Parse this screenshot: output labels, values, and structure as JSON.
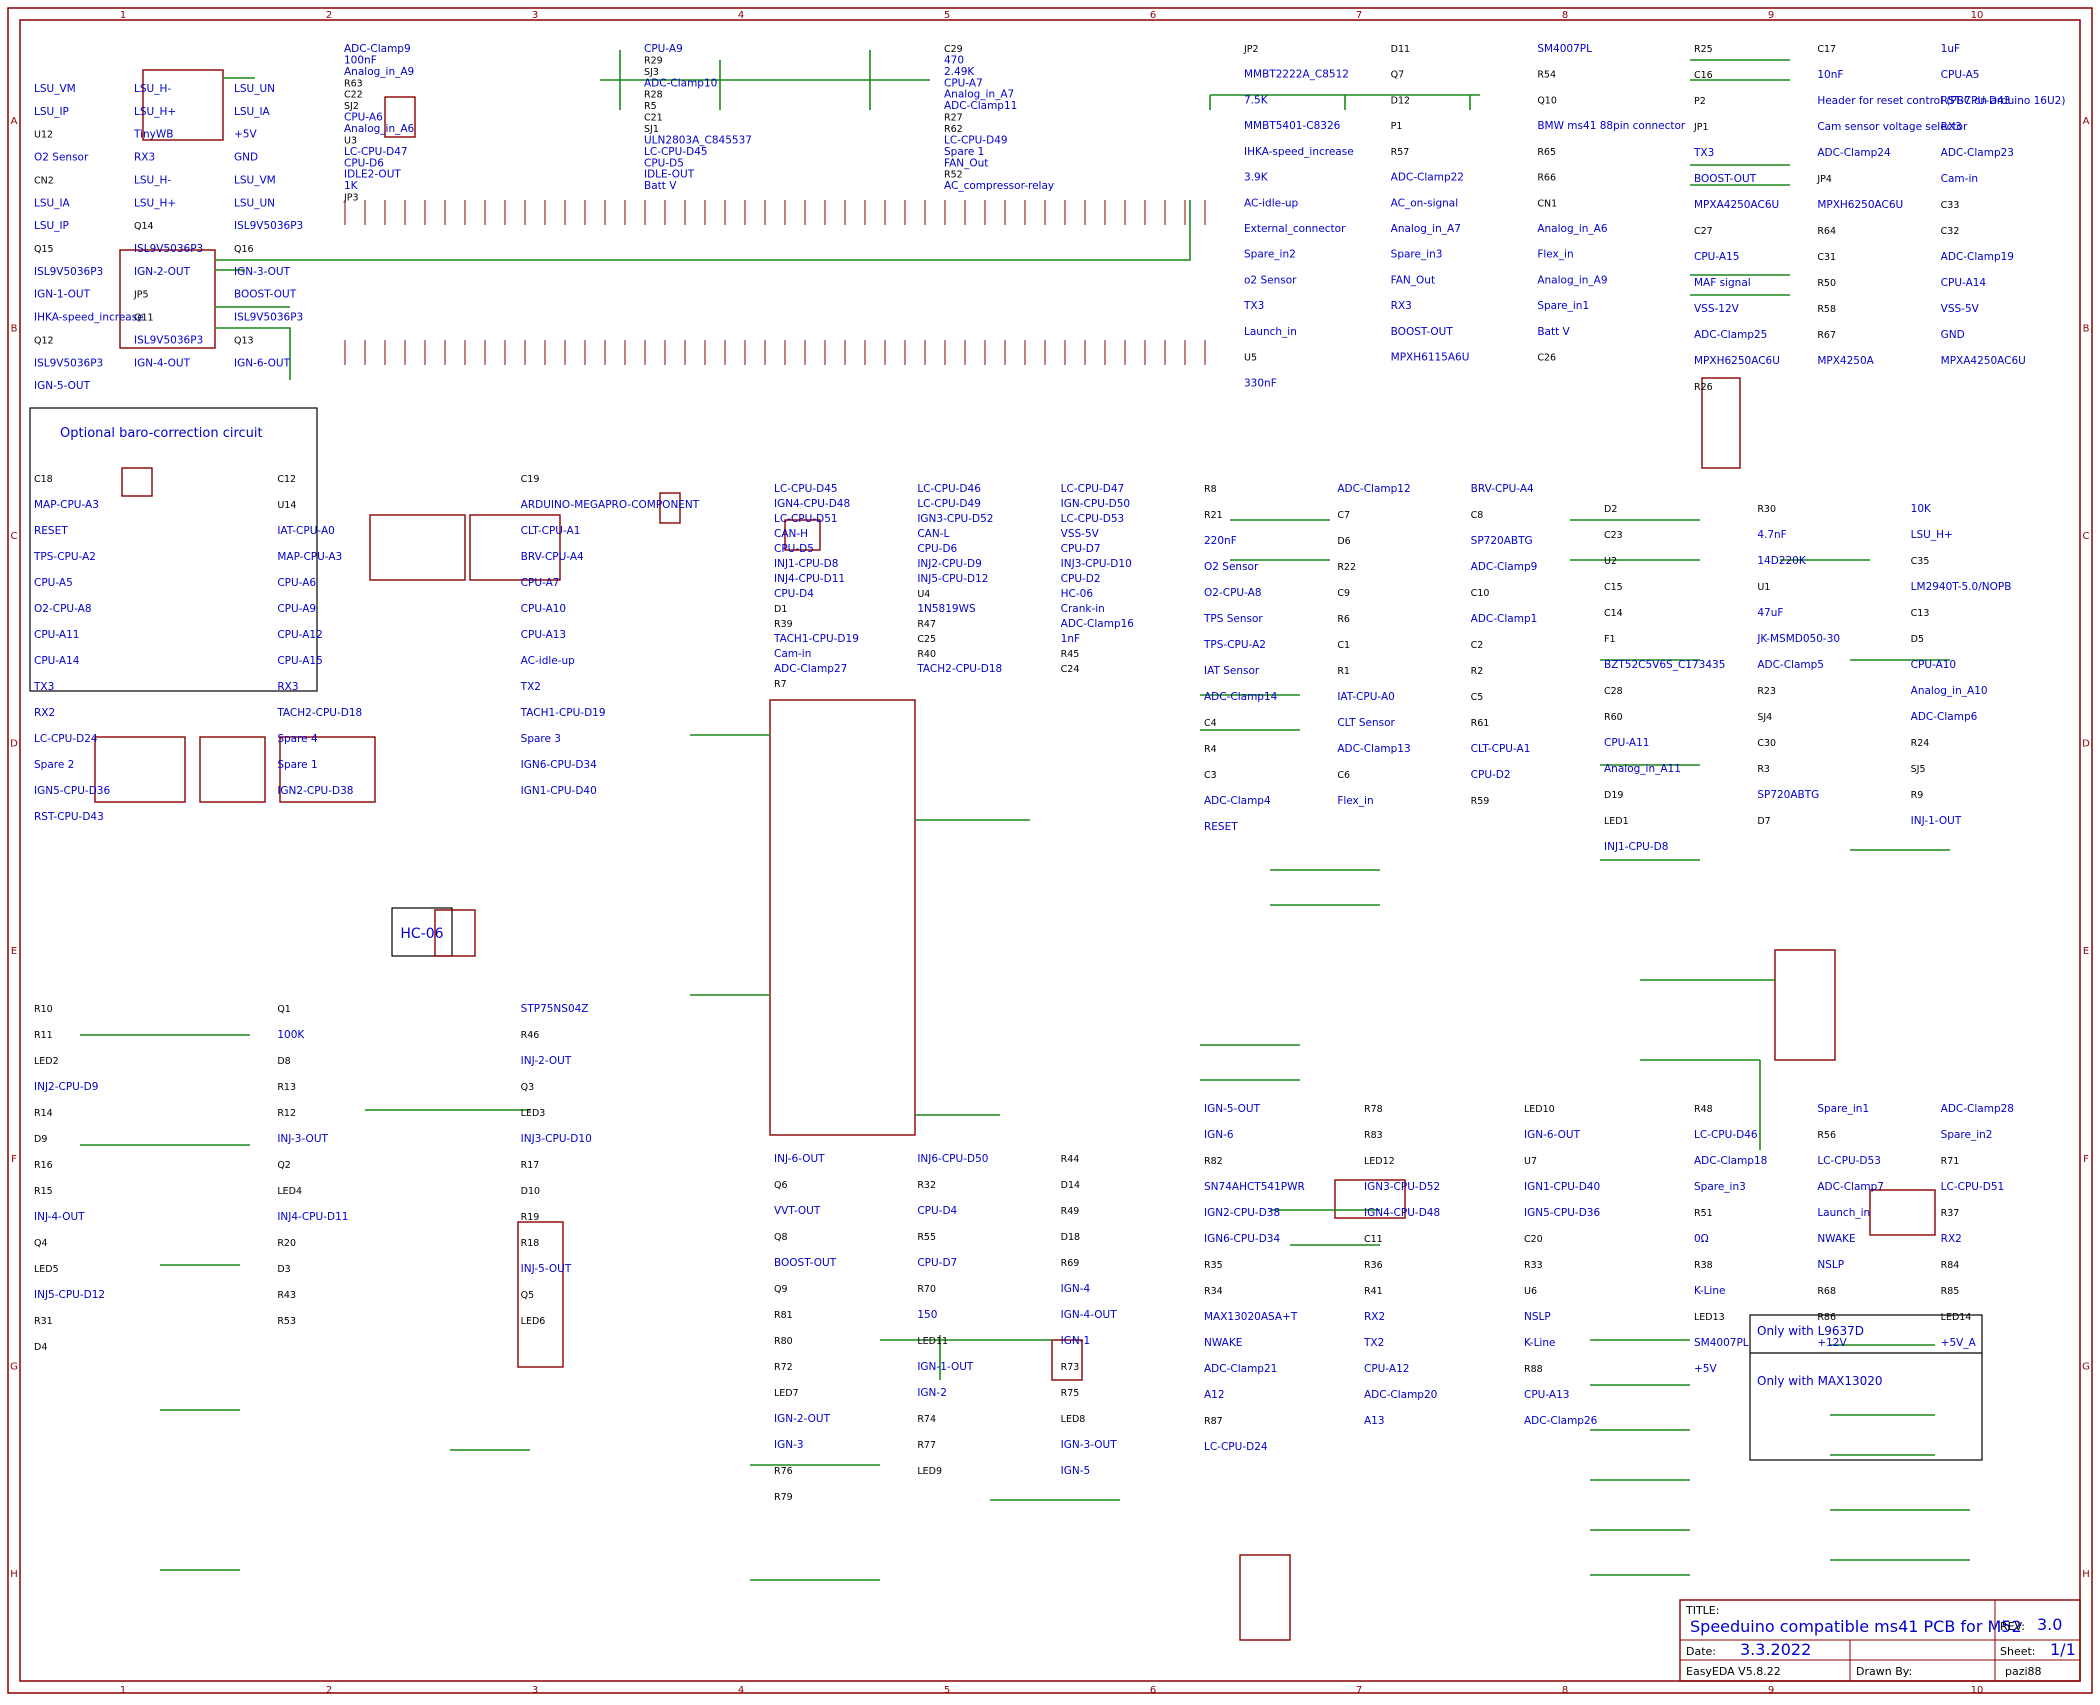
{
  "frame": {
    "col_labels": [
      "1",
      "2",
      "3",
      "4",
      "5",
      "6",
      "7",
      "8",
      "9",
      "10"
    ],
    "row_labels": [
      "A",
      "B",
      "C",
      "D",
      "E",
      "F",
      "G",
      "H"
    ]
  },
  "title_block": {
    "title_label": "TITLE:",
    "title": "Speeduino compatible ms41 PCB for M52",
    "rev_label": "REV:",
    "rev": "3.0",
    "date_label": "Date:",
    "date": "3.3.2022",
    "sheet_label": "Sheet:",
    "sheet": "1/1",
    "tool": "EasyEDA V5.8.22",
    "drawn_label": "Drawn By:",
    "drawn_by": "pazi88"
  },
  "boxes": {
    "baro_title": "Optional baro-correction circuit",
    "l9637d": "Only with L9637D",
    "max13020": "Only with MAX13020",
    "hc06": "HC-06"
  },
  "labels": [
    {
      "t": "LSU_VM"
    },
    {
      "t": "LSU_H-"
    },
    {
      "t": "LSU_UN"
    },
    {
      "t": "LSU_IP"
    },
    {
      "t": "LSU_H+"
    },
    {
      "t": "LSU_IA"
    },
    {
      "t": "U12"
    },
    {
      "t": "TinyWB"
    },
    {
      "t": "+5V"
    },
    {
      "t": "O2 Sensor"
    },
    {
      "t": "RX3"
    },
    {
      "t": "GND"
    },
    {
      "t": "CN2"
    },
    {
      "t": "LSU_H-"
    },
    {
      "t": "LSU_VM"
    },
    {
      "t": "LSU_IA"
    },
    {
      "t": "LSU_H+"
    },
    {
      "t": "LSU_UN"
    },
    {
      "t": "LSU_IP"
    },
    {
      "t": "Q14"
    },
    {
      "t": "ISL9V5036P3"
    },
    {
      "t": "Q15"
    },
    {
      "t": "ISL9V5036P3"
    },
    {
      "t": "Q16"
    },
    {
      "t": "ISL9V5036P3"
    },
    {
      "t": "IGN-2-OUT"
    },
    {
      "t": "IGN-3-OUT"
    },
    {
      "t": "IGN-1-OUT"
    },
    {
      "t": "JP5"
    },
    {
      "t": "BOOST-OUT"
    },
    {
      "t": "IHKA-speed_increase"
    },
    {
      "t": "Q11"
    },
    {
      "t": "ISL9V5036P3"
    },
    {
      "t": "Q12"
    },
    {
      "t": "ISL9V5036P3"
    },
    {
      "t": "Q13"
    },
    {
      "t": "ISL9V5036P3"
    },
    {
      "t": "IGN-4-OUT"
    },
    {
      "t": "IGN-6-OUT"
    },
    {
      "t": "IGN-5-OUT"
    },
    {
      "t": "ADC-Clamp9"
    },
    {
      "t": "CPU-A9"
    },
    {
      "t": "C29"
    },
    {
      "t": "100nF"
    },
    {
      "t": "R29"
    },
    {
      "t": "470"
    },
    {
      "t": "Analog_in_A9"
    },
    {
      "t": "SJ3"
    },
    {
      "t": "2.49K"
    },
    {
      "t": "R63"
    },
    {
      "t": "ADC-Clamp10"
    },
    {
      "t": "CPU-A7"
    },
    {
      "t": "C22"
    },
    {
      "t": "R28"
    },
    {
      "t": "Analog_in_A7"
    },
    {
      "t": "SJ2"
    },
    {
      "t": "R5"
    },
    {
      "t": "ADC-Clamp11"
    },
    {
      "t": "CPU-A6"
    },
    {
      "t": "C21"
    },
    {
      "t": "R27"
    },
    {
      "t": "Analog_in_A6"
    },
    {
      "t": "SJ1"
    },
    {
      "t": "R62"
    },
    {
      "t": "U3"
    },
    {
      "t": "ULN2803A_C845537"
    },
    {
      "t": "LC-CPU-D49"
    },
    {
      "t": "LC-CPU-D47"
    },
    {
      "t": "LC-CPU-D45"
    },
    {
      "t": "Spare 1"
    },
    {
      "t": "CPU-D6"
    },
    {
      "t": "CPU-D5"
    },
    {
      "t": "FAN_Out"
    },
    {
      "t": "IDLE2-OUT"
    },
    {
      "t": "IDLE-OUT"
    },
    {
      "t": "R52"
    },
    {
      "t": "1K"
    },
    {
      "t": "Batt V"
    },
    {
      "t": "AC_compressor-relay"
    },
    {
      "t": "JP3"
    },
    {
      "t": "JP2"
    },
    {
      "t": "D11"
    },
    {
      "t": "SM4007PL"
    },
    {
      "t": "MMBT2222A_C8512"
    },
    {
      "t": "Q7"
    },
    {
      "t": "R54"
    },
    {
      "t": "7.5K"
    },
    {
      "t": "D12"
    },
    {
      "t": "Q10"
    },
    {
      "t": "MMBT5401-C8326"
    },
    {
      "t": "P1"
    },
    {
      "t": "BMW ms41 88pin connector"
    },
    {
      "t": "IHKA-speed_increase"
    },
    {
      "t": "R57"
    },
    {
      "t": "R65"
    },
    {
      "t": "3.9K"
    },
    {
      "t": "ADC-Clamp22"
    },
    {
      "t": "R66"
    },
    {
      "t": "AC-idle-up"
    },
    {
      "t": "AC_on-signal"
    },
    {
      "t": "CN1"
    },
    {
      "t": "External_connector"
    },
    {
      "t": "Analog_in_A7"
    },
    {
      "t": "Analog_in_A6"
    },
    {
      "t": "Spare_in2"
    },
    {
      "t": "Spare_in3"
    },
    {
      "t": "Flex_in"
    },
    {
      "t": "o2 Sensor"
    },
    {
      "t": "FAN_Out"
    },
    {
      "t": "Analog_in_A9"
    },
    {
      "t": "TX3"
    },
    {
      "t": "RX3"
    },
    {
      "t": "Spare_in1"
    },
    {
      "t": "Launch_in"
    },
    {
      "t": "BOOST-OUT"
    },
    {
      "t": "Batt V"
    },
    {
      "t": "U5"
    },
    {
      "t": "MPXH6115A6U"
    },
    {
      "t": "C26"
    },
    {
      "t": "330nF"
    },
    {
      "t": "R25"
    },
    {
      "t": "C17"
    },
    {
      "t": "1uF"
    },
    {
      "t": "C16"
    },
    {
      "t": "10nF"
    },
    {
      "t": "CPU-A5"
    },
    {
      "t": "P2"
    },
    {
      "t": "Header for reset control (PB7 on arduino 16U2)"
    },
    {
      "t": "RST-CPU-D43"
    },
    {
      "t": "JP1"
    },
    {
      "t": "Cam sensor voltage selector"
    },
    {
      "t": "RX3"
    },
    {
      "t": "TX3"
    },
    {
      "t": "ADC-Clamp24"
    },
    {
      "t": "ADC-Clamp23"
    },
    {
      "t": "BOOST-OUT"
    },
    {
      "t": "JP4"
    },
    {
      "t": "Cam-in"
    },
    {
      "t": "MPXA4250AC6U"
    },
    {
      "t": "MPXH6250AC6U"
    },
    {
      "t": "C33"
    },
    {
      "t": "C27"
    },
    {
      "t": "R64"
    },
    {
      "t": "C32"
    },
    {
      "t": "CPU-A15"
    },
    {
      "t": "C31"
    },
    {
      "t": "ADC-Clamp19"
    },
    {
      "t": "MAF signal"
    },
    {
      "t": "R50"
    },
    {
      "t": "CPU-A14"
    },
    {
      "t": "VSS-12V"
    },
    {
      "t": "R58"
    },
    {
      "t": "VSS-5V"
    },
    {
      "t": "ADC-Clamp25"
    },
    {
      "t": "R67"
    },
    {
      "t": "GND"
    },
    {
      "t": "MPXH6250AC6U"
    },
    {
      "t": "MPX4250A"
    },
    {
      "t": "MPXA4250AC6U"
    },
    {
      "t": "R26"
    },
    {
      "t": "C18"
    },
    {
      "t": "C12"
    },
    {
      "t": "C19"
    },
    {
      "t": "MAP-CPU-A3"
    },
    {
      "t": "U14"
    },
    {
      "t": "ARDUINO-MEGAPRO-COMPONENT"
    },
    {
      "t": "RESET"
    },
    {
      "t": "IAT-CPU-A0"
    },
    {
      "t": "CLT-CPU-A1"
    },
    {
      "t": "TPS-CPU-A2"
    },
    {
      "t": "MAP-CPU-A3"
    },
    {
      "t": "BRV-CPU-A4"
    },
    {
      "t": "CPU-A5"
    },
    {
      "t": "CPU-A6"
    },
    {
      "t": "CPU-A7"
    },
    {
      "t": "O2-CPU-A8"
    },
    {
      "t": "CPU-A9"
    },
    {
      "t": "CPU-A10"
    },
    {
      "t": "CPU-A11"
    },
    {
      "t": "CPU-A12"
    },
    {
      "t": "CPU-A13"
    },
    {
      "t": "CPU-A14"
    },
    {
      "t": "CPU-A15"
    },
    {
      "t": "AC-idle-up"
    },
    {
      "t": "TX3"
    },
    {
      "t": "RX3"
    },
    {
      "t": "TX2"
    },
    {
      "t": "RX2"
    },
    {
      "t": "TACH2-CPU-D18"
    },
    {
      "t": "TACH1-CPU-D19"
    },
    {
      "t": "LC-CPU-D24"
    },
    {
      "t": "Spare 4"
    },
    {
      "t": "Spare 3"
    },
    {
      "t": "Spare 2"
    },
    {
      "t": "Spare 1"
    },
    {
      "t": "IGN6-CPU-D34"
    },
    {
      "t": "IGN5-CPU-D36"
    },
    {
      "t": "IGN2-CPU-D38"
    },
    {
      "t": "IGN1-CPU-D40"
    },
    {
      "t": "RST-CPU-D43"
    },
    {
      "t": "LC-CPU-D45"
    },
    {
      "t": "LC-CPU-D46"
    },
    {
      "t": "LC-CPU-D47"
    },
    {
      "t": "IGN4-CPU-D48"
    },
    {
      "t": "LC-CPU-D49"
    },
    {
      "t": "IGN-CPU-D50"
    },
    {
      "t": "LC-CPU-D51"
    },
    {
      "t": "IGN3-CPU-D52"
    },
    {
      "t": "LC-CPU-D53"
    },
    {
      "t": "CAN-H"
    },
    {
      "t": "CAN-L"
    },
    {
      "t": "VSS-5V"
    },
    {
      "t": "CPU-D5"
    },
    {
      "t": "CPU-D6"
    },
    {
      "t": "CPU-D7"
    },
    {
      "t": "INJ1-CPU-D8"
    },
    {
      "t": "INJ2-CPU-D9"
    },
    {
      "t": "INJ3-CPU-D10"
    },
    {
      "t": "INJ4-CPU-D11"
    },
    {
      "t": "INJ5-CPU-D12"
    },
    {
      "t": "CPU-D2"
    },
    {
      "t": "CPU-D4"
    },
    {
      "t": "U4"
    },
    {
      "t": "HC-06"
    },
    {
      "t": "D1"
    },
    {
      "t": "1N5819WS"
    },
    {
      "t": "Crank-in"
    },
    {
      "t": "R39"
    },
    {
      "t": "R47"
    },
    {
      "t": "ADC-Clamp16"
    },
    {
      "t": "TACH1-CPU-D19"
    },
    {
      "t": "C25"
    },
    {
      "t": "1nF"
    },
    {
      "t": "Cam-in"
    },
    {
      "t": "R40"
    },
    {
      "t": "R45"
    },
    {
      "t": "ADC-Clamp27"
    },
    {
      "t": "TACH2-CPU-D18"
    },
    {
      "t": "C24"
    },
    {
      "t": "R7"
    },
    {
      "t": "R8"
    },
    {
      "t": "ADC-Clamp12"
    },
    {
      "t": "BRV-CPU-A4"
    },
    {
      "t": "R21"
    },
    {
      "t": "C7"
    },
    {
      "t": "C8"
    },
    {
      "t": "220nF"
    },
    {
      "t": "D6"
    },
    {
      "t": "SP720ABTG"
    },
    {
      "t": "O2 Sensor"
    },
    {
      "t": "R22"
    },
    {
      "t": "ADC-Clamp9"
    },
    {
      "t": "O2-CPU-A8"
    },
    {
      "t": "C9"
    },
    {
      "t": "C10"
    },
    {
      "t": "TPS Sensor"
    },
    {
      "t": "R6"
    },
    {
      "t": "ADC-Clamp1"
    },
    {
      "t": "TPS-CPU-A2"
    },
    {
      "t": "C1"
    },
    {
      "t": "C2"
    },
    {
      "t": "IAT Sensor"
    },
    {
      "t": "R1"
    },
    {
      "t": "R2"
    },
    {
      "t": "ADC-Clamp14"
    },
    {
      "t": "IAT-CPU-A0"
    },
    {
      "t": "C5"
    },
    {
      "t": "C4"
    },
    {
      "t": "CLT Sensor"
    },
    {
      "t": "R61"
    },
    {
      "t": "R4"
    },
    {
      "t": "ADC-Clamp13"
    },
    {
      "t": "CLT-CPU-A1"
    },
    {
      "t": "C3"
    },
    {
      "t": "C6"
    },
    {
      "t": "CPU-D2"
    },
    {
      "t": "ADC-Clamp4"
    },
    {
      "t": "Flex_in"
    },
    {
      "t": "R59"
    },
    {
      "t": "RESET"
    },
    {
      "t": "D2"
    },
    {
      "t": "R30"
    },
    {
      "t": "10K"
    },
    {
      "t": "C23"
    },
    {
      "t": "4.7nF"
    },
    {
      "t": "LSU_H+"
    },
    {
      "t": "U2"
    },
    {
      "t": "14D220K"
    },
    {
      "t": "C35"
    },
    {
      "t": "C15"
    },
    {
      "t": "U1"
    },
    {
      "t": "LM2940T-5.0/NOPB"
    },
    {
      "t": "C14"
    },
    {
      "t": "47uF"
    },
    {
      "t": "C13"
    },
    {
      "t": "F1"
    },
    {
      "t": "JK-MSMD050-30"
    },
    {
      "t": "D5"
    },
    {
      "t": "BZT52C5V6S_C173435"
    },
    {
      "t": "ADC-Clamp5"
    },
    {
      "t": "CPU-A10"
    },
    {
      "t": "C28"
    },
    {
      "t": "R23"
    },
    {
      "t": "Analog_in_A10"
    },
    {
      "t": "R60"
    },
    {
      "t": "SJ4"
    },
    {
      "t": "ADC-Clamp6"
    },
    {
      "t": "CPU-A11"
    },
    {
      "t": "C30"
    },
    {
      "t": "R24"
    },
    {
      "t": "Analog_in_A11"
    },
    {
      "t": "R3"
    },
    {
      "t": "SJ5"
    },
    {
      "t": "D19"
    },
    {
      "t": "SP720ABTG"
    },
    {
      "t": "R9"
    },
    {
      "t": "LED1"
    },
    {
      "t": "D7"
    },
    {
      "t": "INJ-1-OUT"
    },
    {
      "t": "INJ1-CPU-D8"
    },
    {
      "t": "R10"
    },
    {
      "t": "Q1"
    },
    {
      "t": "STP75NS04Z"
    },
    {
      "t": "R11"
    },
    {
      "t": "100K"
    },
    {
      "t": "R46"
    },
    {
      "t": "LED2"
    },
    {
      "t": "D8"
    },
    {
      "t": "INJ-2-OUT"
    },
    {
      "t": "INJ2-CPU-D9"
    },
    {
      "t": "R13"
    },
    {
      "t": "Q3"
    },
    {
      "t": "R14"
    },
    {
      "t": "R12"
    },
    {
      "t": "LED3"
    },
    {
      "t": "D9"
    },
    {
      "t": "INJ-3-OUT"
    },
    {
      "t": "INJ3-CPU-D10"
    },
    {
      "t": "R16"
    },
    {
      "t": "Q2"
    },
    {
      "t": "R17"
    },
    {
      "t": "R15"
    },
    {
      "t": "LED4"
    },
    {
      "t": "D10"
    },
    {
      "t": "INJ-4-OUT"
    },
    {
      "t": "INJ4-CPU-D11"
    },
    {
      "t": "R19"
    },
    {
      "t": "Q4"
    },
    {
      "t": "R20"
    },
    {
      "t": "R18"
    },
    {
      "t": "LED5"
    },
    {
      "t": "D3"
    },
    {
      "t": "INJ-5-OUT"
    },
    {
      "t": "INJ5-CPU-D12"
    },
    {
      "t": "R43"
    },
    {
      "t": "Q5"
    },
    {
      "t": "R31"
    },
    {
      "t": "R53"
    },
    {
      "t": "LED6"
    },
    {
      "t": "D4"
    },
    {
      "t": "INJ-6-OUT"
    },
    {
      "t": "INJ6-CPU-D50"
    },
    {
      "t": "R44"
    },
    {
      "t": "Q6"
    },
    {
      "t": "R32"
    },
    {
      "t": "D14"
    },
    {
      "t": "VVT-OUT"
    },
    {
      "t": "CPU-D4"
    },
    {
      "t": "R49"
    },
    {
      "t": "Q8"
    },
    {
      "t": "R55"
    },
    {
      "t": "D18"
    },
    {
      "t": "BOOST-OUT"
    },
    {
      "t": "CPU-D7"
    },
    {
      "t": "R69"
    },
    {
      "t": "Q9"
    },
    {
      "t": "R70"
    },
    {
      "t": "IGN-4"
    },
    {
      "t": "R81"
    },
    {
      "t": "150"
    },
    {
      "t": "IGN-4-OUT"
    },
    {
      "t": "R80"
    },
    {
      "t": "LED11"
    },
    {
      "t": "IGN-1"
    },
    {
      "t": "R72"
    },
    {
      "t": "IGN-1-OUT"
    },
    {
      "t": "R73"
    },
    {
      "t": "LED7"
    },
    {
      "t": "IGN-2"
    },
    {
      "t": "R75"
    },
    {
      "t": "IGN-2-OUT"
    },
    {
      "t": "R74"
    },
    {
      "t": "LED8"
    },
    {
      "t": "IGN-3"
    },
    {
      "t": "R77"
    },
    {
      "t": "IGN-3-OUT"
    },
    {
      "t": "R76"
    },
    {
      "t": "LED9"
    },
    {
      "t": "IGN-5"
    },
    {
      "t": "R79"
    },
    {
      "t": "IGN-5-OUT"
    },
    {
      "t": "R78"
    },
    {
      "t": "LED10"
    },
    {
      "t": "IGN-6"
    },
    {
      "t": "R83"
    },
    {
      "t": "IGN-6-OUT"
    },
    {
      "t": "R82"
    },
    {
      "t": "LED12"
    },
    {
      "t": "U7"
    },
    {
      "t": "SN74AHCT541PWR"
    },
    {
      "t": "IGN3-CPU-D52"
    },
    {
      "t": "IGN1-CPU-D40"
    },
    {
      "t": "IGN2-CPU-D38"
    },
    {
      "t": "IGN4-CPU-D48"
    },
    {
      "t": "IGN5-CPU-D36"
    },
    {
      "t": "IGN6-CPU-D34"
    },
    {
      "t": "C11"
    },
    {
      "t": "C20"
    },
    {
      "t": "R35"
    },
    {
      "t": "R36"
    },
    {
      "t": "R33"
    },
    {
      "t": "R34"
    },
    {
      "t": "R41"
    },
    {
      "t": "U6"
    },
    {
      "t": "MAX13020ASA+T"
    },
    {
      "t": "RX2"
    },
    {
      "t": "NSLP"
    },
    {
      "t": "NWAKE"
    },
    {
      "t": "TX2"
    },
    {
      "t": "K-Line"
    },
    {
      "t": "ADC-Clamp21"
    },
    {
      "t": "CPU-A12"
    },
    {
      "t": "R88"
    },
    {
      "t": "A12"
    },
    {
      "t": "ADC-Clamp20"
    },
    {
      "t": "CPU-A13"
    },
    {
      "t": "R87"
    },
    {
      "t": "A13"
    },
    {
      "t": "ADC-Clamp26"
    },
    {
      "t": "LC-CPU-D24"
    },
    {
      "t": "R48"
    },
    {
      "t": "Spare_in1"
    },
    {
      "t": "ADC-Clamp28"
    },
    {
      "t": "LC-CPU-D46"
    },
    {
      "t": "R56"
    },
    {
      "t": "Spare_in2"
    },
    {
      "t": "ADC-Clamp18"
    },
    {
      "t": "LC-CPU-D53"
    },
    {
      "t": "R71"
    },
    {
      "t": "Spare_in3"
    },
    {
      "t": "ADC-Clamp7"
    },
    {
      "t": "LC-CPU-D51"
    },
    {
      "t": "R51"
    },
    {
      "t": "Launch_in"
    },
    {
      "t": "R37"
    },
    {
      "t": "0Ω"
    },
    {
      "t": "NWAKE"
    },
    {
      "t": "RX2"
    },
    {
      "t": "R38"
    },
    {
      "t": "NSLP"
    },
    {
      "t": "R84"
    },
    {
      "t": "K-Line"
    },
    {
      "t": "R68"
    },
    {
      "t": "R85"
    },
    {
      "t": "LED13"
    },
    {
      "t": "R86"
    },
    {
      "t": "LED14"
    },
    {
      "t": "SM4007PL"
    },
    {
      "t": "+12V"
    },
    {
      "t": "+5V_A"
    },
    {
      "t": "+5V"
    }
  ]
}
